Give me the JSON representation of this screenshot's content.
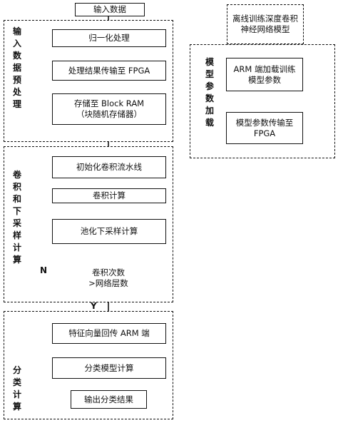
{
  "start_label": "输入数据",
  "offline_label": "离线训练深度卷积神经网络模型",
  "sections": {
    "preprocess": {
      "label": "输入数据预处理"
    },
    "conv": {
      "label": "卷积和下采样计算"
    },
    "classify": {
      "label": "分类计算"
    },
    "param": {
      "label": "模型参数加载"
    }
  },
  "steps": {
    "normalize": "归一化处理",
    "transfer_fpga": "处理结果传输至 FPGA",
    "store_line1": "存储至 Block RAM",
    "store_line2": "（块随机存储器）",
    "init_pipeline": "初始化卷积流水线",
    "conv_calc": "卷积计算",
    "pool": "池化下采样计算",
    "decision_line1": "卷积次数",
    "decision_line2": ">网络层数",
    "return_arm": "特征向量回传 ARM 端",
    "classify_calc": "分类模型计算",
    "output": "输出分类结果",
    "arm_train": "ARM 端加载训练模型参数",
    "param_transfer": "模型参数传输至 FPGA"
  },
  "branch_no": "N",
  "branch_yes": "Y"
}
